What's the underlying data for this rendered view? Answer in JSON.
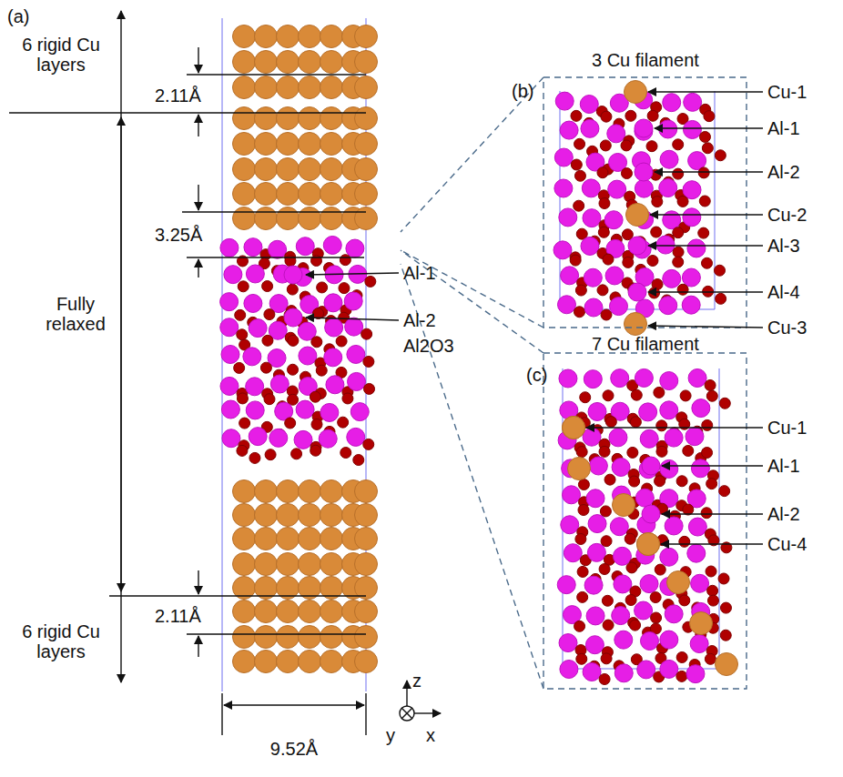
{
  "diagram": {
    "labels": [
      "(a)",
      "6 rigid Cu layers",
      "2.11Å",
      "3.25Å",
      "Fully relaxed",
      "Al-1",
      "Al-2",
      "Al2O3",
      "6 rigid Cu layers",
      "2.11Å",
      "9.52Å",
      "z",
      "y",
      "x",
      "(b)",
      "3 Cu filament",
      "Cu-1",
      "Al-1",
      "Al-2",
      "Cu-2",
      "Al-3",
      "Al-4",
      "Cu-3",
      "(c)",
      "7 Cu filament",
      "Cu-1",
      "Al-1",
      "Al-2",
      "Cu-4"
    ]
  }
}
